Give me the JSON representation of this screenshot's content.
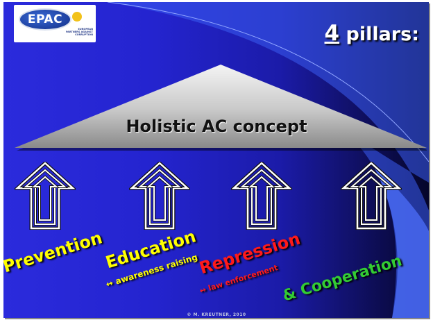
{
  "logo": {
    "text": "EPAC",
    "subtitle": "EUROPEAN PARTNERS AGAINST CORRUPTION"
  },
  "title": {
    "number": "4",
    "text": "pillars:"
  },
  "roof_label": "Holistic AC concept",
  "pillars": [
    {
      "icon": "pillar-icon"
    },
    {
      "icon": "pillar-icon"
    },
    {
      "icon": "pillar-icon"
    },
    {
      "icon": "pillar-icon"
    }
  ],
  "labels": {
    "prevention": "Prevention",
    "education": "Education",
    "education_sub": "↔ awareness raising",
    "repression": "Repression",
    "repression_sub": "↔ law enforcement",
    "cooperation": "& Cooperation"
  },
  "colors": {
    "prevention": "#ffff00",
    "education": "#ffff00",
    "repression": "#ff1a1a",
    "cooperation": "#33cc33",
    "background": "#2424cf",
    "accent_swoosh": "#3a5cf0"
  },
  "credit": "© M. KREUTNER, 2010"
}
